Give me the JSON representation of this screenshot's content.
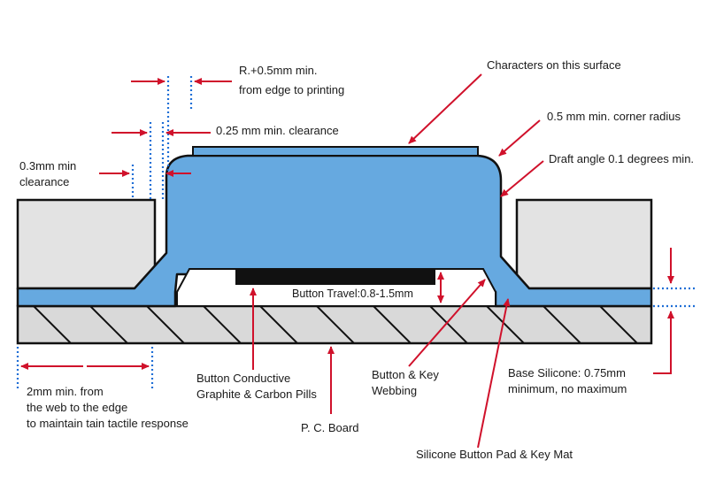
{
  "colors": {
    "silicone_blue": "#66a9e0",
    "outline": "#111111",
    "arrow_red": "#d0112b",
    "dotted_blue": "#1f6fd6",
    "block_gray": "#e3e3e3",
    "pcb_gray": "#d9d9d9",
    "carbon_pill": "#111111"
  },
  "labels": {
    "r_margin_1": "R.+0.5mm min.",
    "r_margin_2": "from edge to printing",
    "characters": "Characters on this surface",
    "clearance_025": "0.25 mm min. clearance",
    "corner_radius": "0.5 mm min. corner radius",
    "clearance_03_1": "0.3mm min",
    "clearance_03_2": "clearance",
    "draft_angle": "Draft angle 0.1 degrees min.",
    "travel": "Button Travel:0.8-1.5mm",
    "web_edge_1": "2mm min. from",
    "web_edge_2": "the web to the edge",
    "web_edge_3": "to maintain tain tactile response",
    "conductive_1": "Button Conductive",
    "conductive_2": "Graphite & Carbon Pills",
    "webbing_1": "Button & Key",
    "webbing_2": "Webbing",
    "base_1": "Base Silicone: 0.75mm",
    "base_2": "minimum, no maximum",
    "pcb": "P. C. Board",
    "keymat": "Silicone Button Pad & Key Mat"
  },
  "icons": {
    "arrowhead": "red-arrowhead-icon"
  }
}
